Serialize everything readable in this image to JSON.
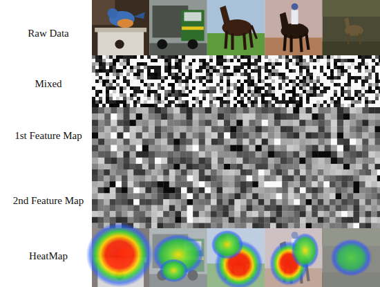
{
  "diagram": {
    "labels": [
      "Raw Data",
      "Mixed",
      "1st Feature Map",
      "2nd Feature Map",
      "HeatMap"
    ]
  }
}
